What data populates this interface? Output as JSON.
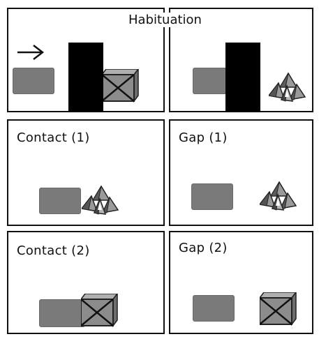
{
  "title": "Habituation",
  "panels": {
    "contact1": {
      "label": "Contact (1)"
    },
    "gap1": {
      "label": "Gap (1)"
    },
    "contact2": {
      "label": "Contact (2)"
    },
    "gap2": {
      "label": "Gap (2)"
    }
  },
  "icons": {
    "arrow": "right-arrow-icon",
    "box": "crossed-box-icon",
    "pyramids": "pyramid-cluster-icon"
  },
  "colors": {
    "block": "#7a7a7a",
    "occluder": "#000000",
    "figure_fill": "#8c8c8c",
    "figure_stroke": "#222222"
  }
}
